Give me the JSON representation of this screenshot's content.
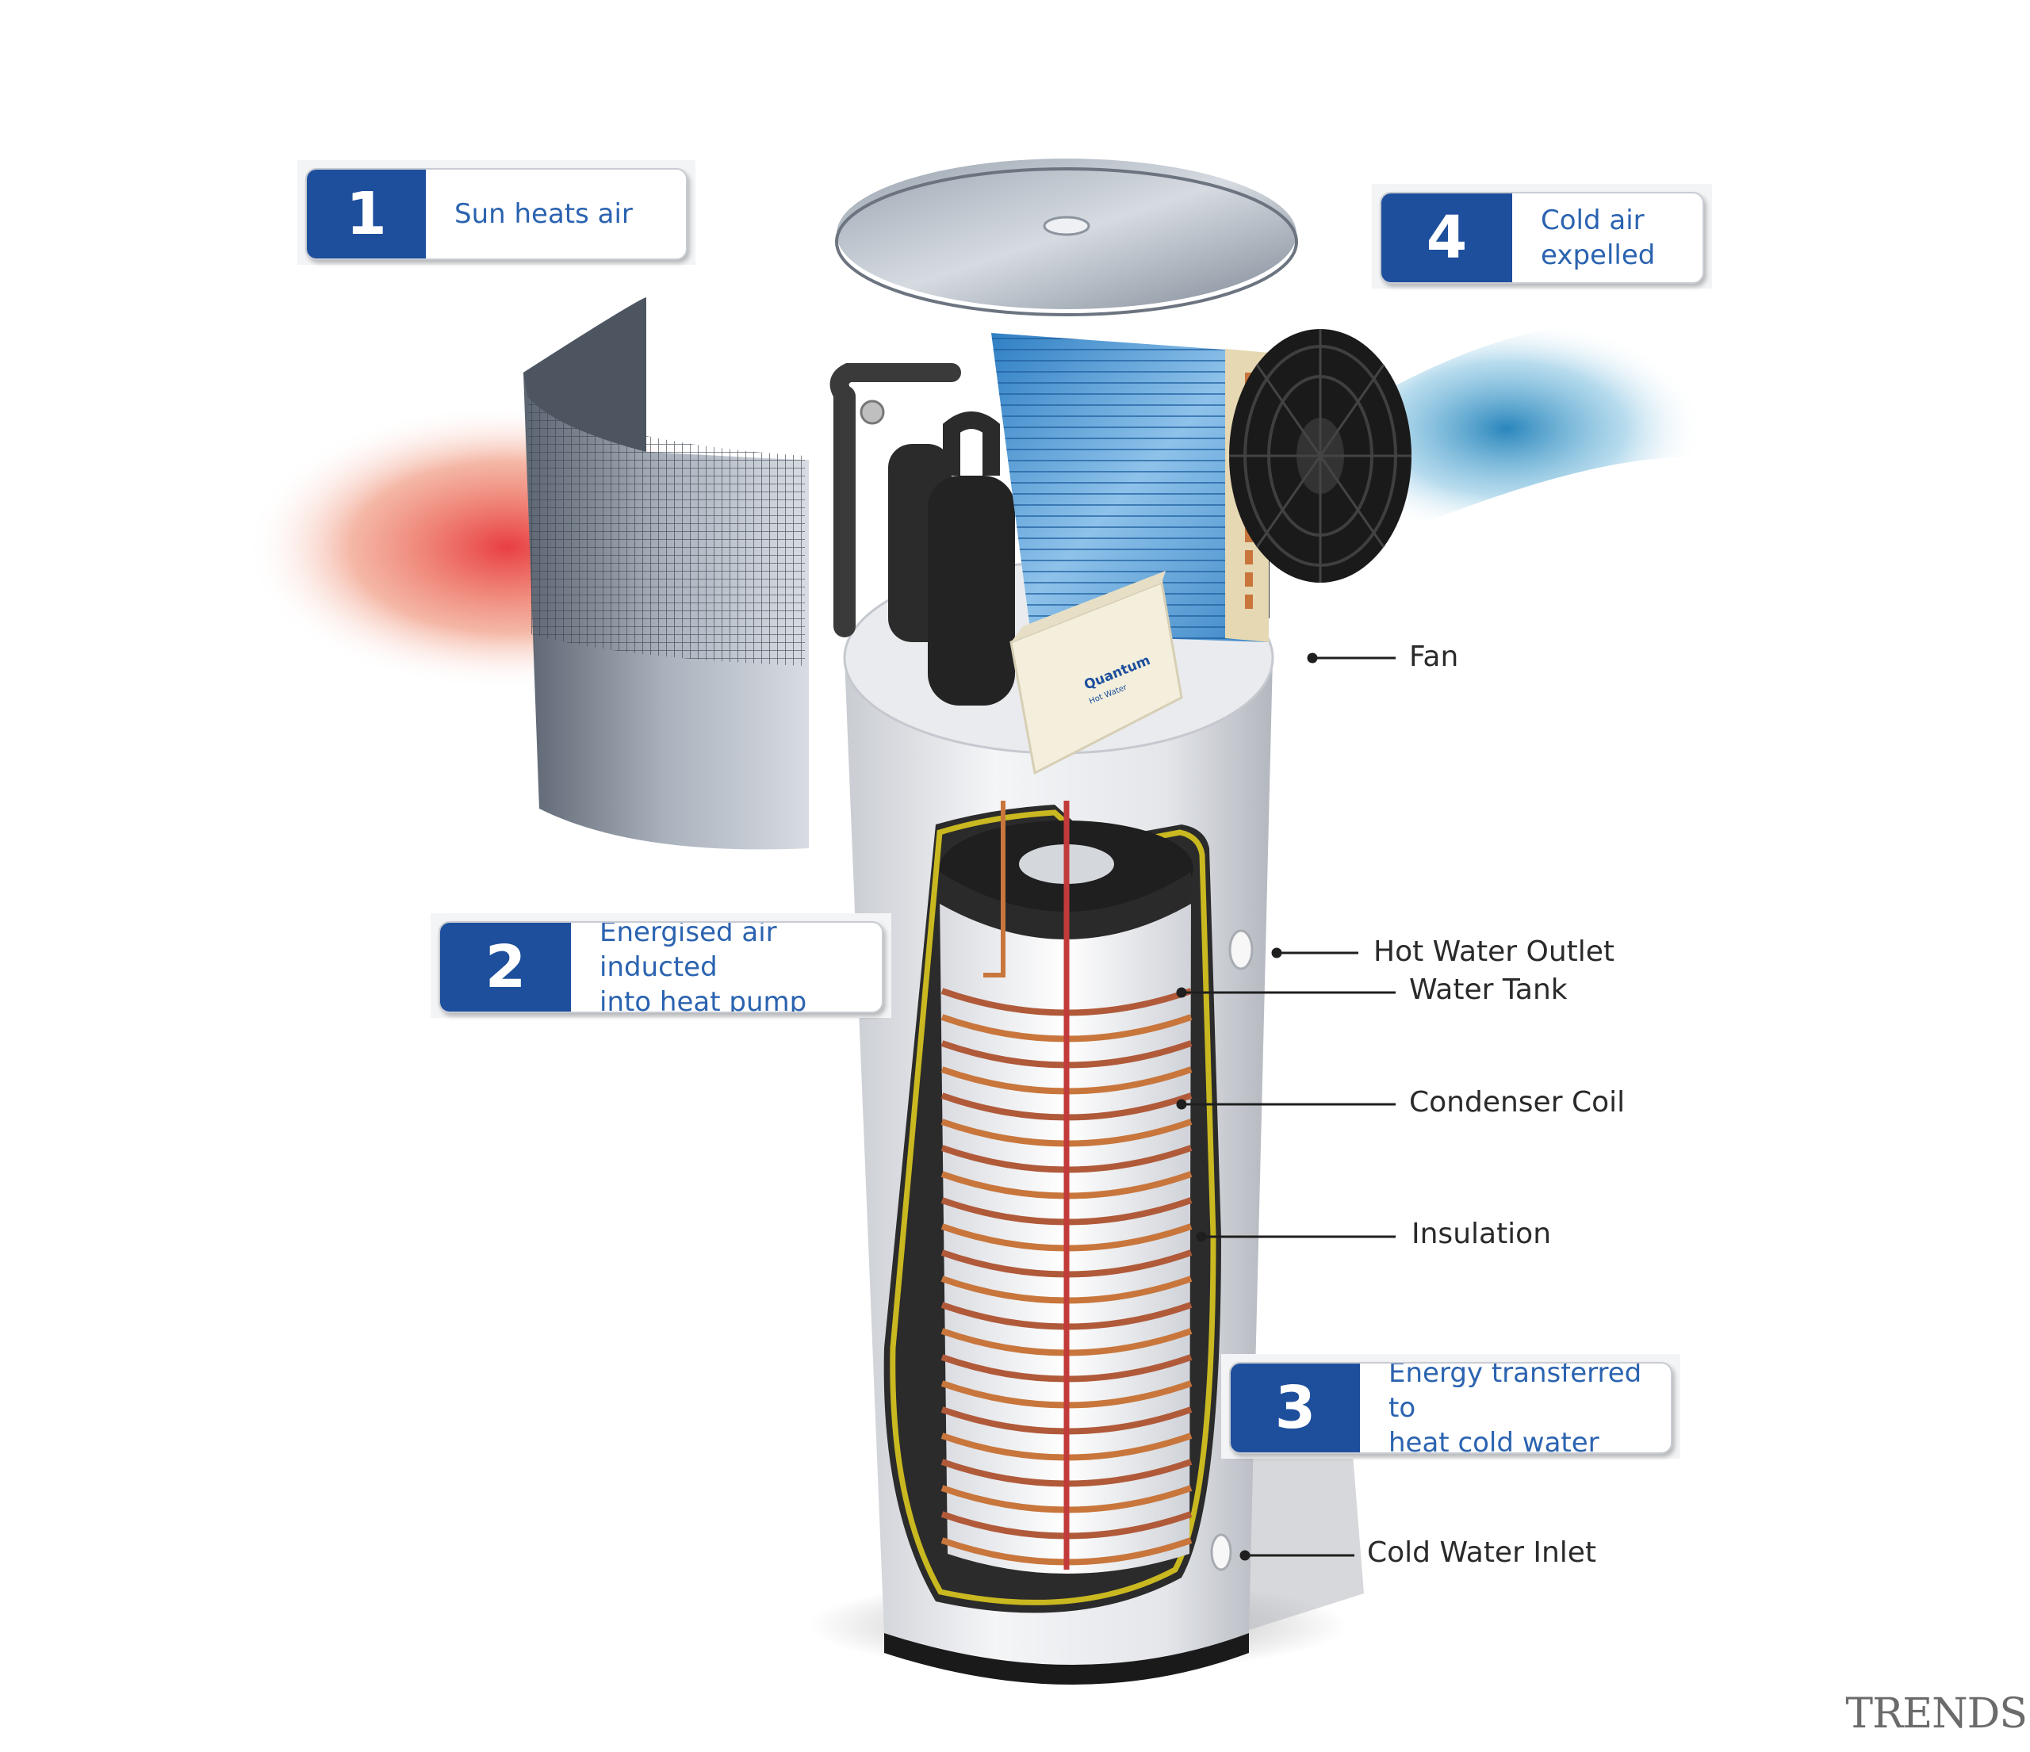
{
  "steps": [
    {
      "number": "1",
      "text": "Sun heats air"
    },
    {
      "number": "2",
      "text": "Energised air inducted\ninto heat pump"
    },
    {
      "number": "3",
      "text": "Energy transferred to\nheat cold water"
    },
    {
      "number": "4",
      "text": "Cold air\nexpelled"
    }
  ],
  "callouts": {
    "fan": "Fan",
    "hot_water_outlet": "Hot Water Outlet",
    "water_tank": "Water Tank",
    "condenser_coil": "Condenser Coil",
    "insulation": "Insulation",
    "cold_water_inlet": "Cold Water Inlet"
  },
  "brand_label": {
    "line1": "Quantum",
    "line2": "Hot Water"
  },
  "watermark": "TRENDS",
  "colors": {
    "step_badge": "#1d4f9c",
    "step_text": "#2b63b0",
    "warm_air": "#e8343a",
    "cold_air": "#1e7fb8",
    "copper": "#c8763c",
    "insulation": "#c9b820"
  }
}
